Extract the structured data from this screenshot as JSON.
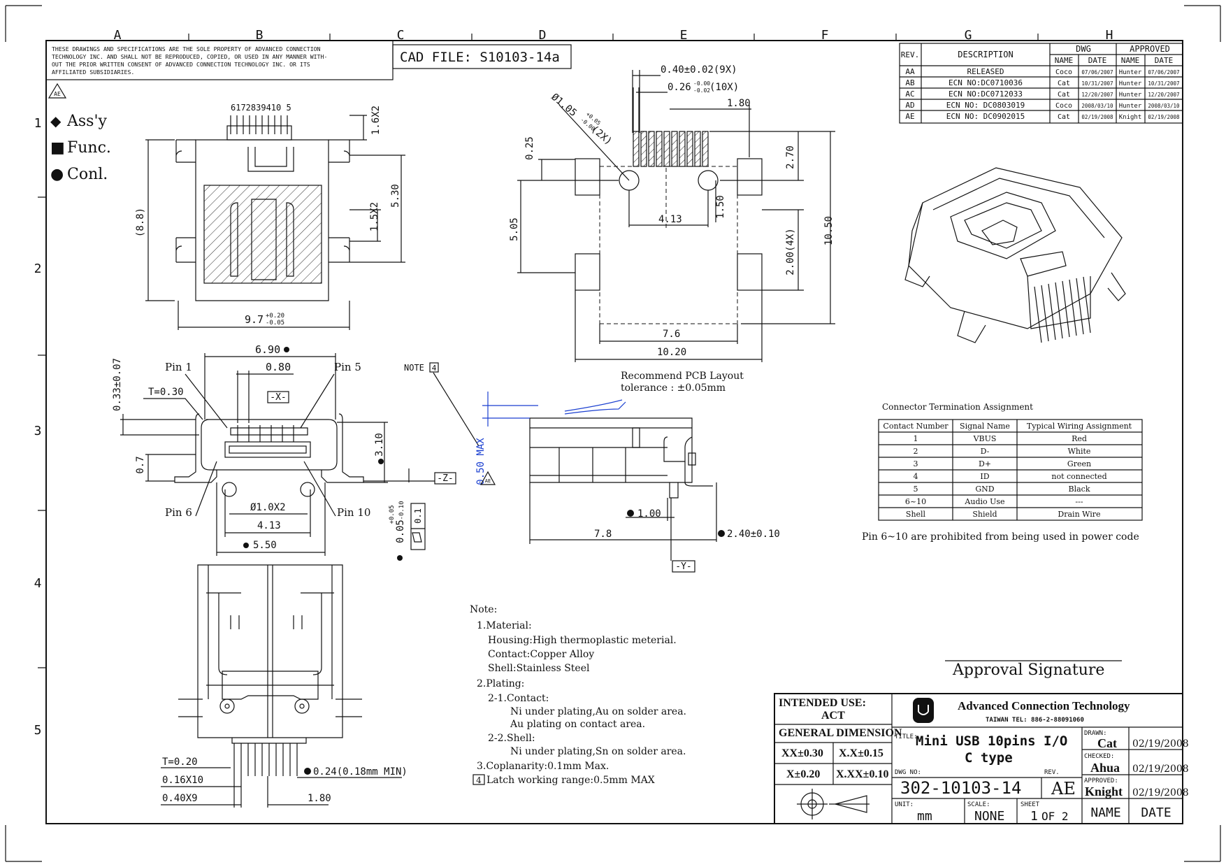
{
  "frame": {
    "columns": [
      "A",
      "B",
      "C",
      "D",
      "E",
      "F",
      "G",
      "H"
    ],
    "rows": [
      "1",
      "2",
      "3",
      "4",
      "5"
    ]
  },
  "disclaimer": "THESE DRAWINGS AND SPECIFICATIONS ARE THE SOLE PROPERTY OF ADVANCED CONNECTION TECHNOLOGY INC. AND SHALL NOT BE REPRODUCED, COPIED, OR USED IN ANY MANNER WITH-OUT THE PRIOR WRITTEN CONSENT OF ADVANCED CONNECTION TECHNOLOGY INC. OR ITS AFFILIATED SUBSIDIARIES.",
  "disclaimer_lines": [
    "THESE DRAWINGS AND SPECIFICATIONS ARE THE SOLE PROPERTY OF ADVANCED CONNECTION",
    "TECHNOLOGY INC. AND SHALL NOT BE REPRODUCED, COPIED, OR USED IN ANY MANNER WITH-",
    "OUT THE PRIOR WRITTEN CONSENT OF ADVANCED CONNECTION TECHNOLOGY INC. OR ITS",
    "AFFILIATED SUBSIDIARIES."
  ],
  "cad_file": "CAD FILE: S10103-14a",
  "ae_mark": "AE",
  "legend": [
    {
      "symbol": "◆",
      "label": "Ass'y"
    },
    {
      "symbol": "■",
      "label": "Func."
    },
    {
      "symbol": "●",
      "label": "Conl."
    }
  ],
  "revision_table": {
    "headers": {
      "rev": "REV.",
      "description": "DESCRIPTION",
      "dwg": "DWG",
      "approved": "APPROVED",
      "name": "NAME",
      "date": "DATE"
    },
    "rows": [
      {
        "rev": "AA",
        "description": "RELEASED",
        "dwg_name": "Coco",
        "dwg_date": "07/06/2007",
        "app_name": "Hunter",
        "app_date": "07/06/2007"
      },
      {
        "rev": "AB",
        "description": "ECN NO:DC0710036",
        "dwg_name": "Cat",
        "dwg_date": "10/31/2007",
        "app_name": "Hunter",
        "app_date": "10/31/2007"
      },
      {
        "rev": "AC",
        "description": "ECN NO:DC0712033",
        "dwg_name": "Cat",
        "dwg_date": "12/20/2007",
        "app_name": "Hunter",
        "app_date": "12/20/2007"
      },
      {
        "rev": "AD",
        "description": "ECN NO: DC0803019",
        "dwg_name": "Coco",
        "dwg_date": "2008/03/10",
        "app_name": "Hunter",
        "app_date": "2008/03/10"
      },
      {
        "rev": "AE",
        "description": "ECN NO: DC0902015",
        "dwg_name": "Cat",
        "dwg_date": "02/19/2008",
        "app_name": "Knight",
        "app_date": "02/19/2008"
      }
    ]
  },
  "top_view": {
    "pin_numbers": "6172839410 5",
    "dims": {
      "d1": "1.6X2",
      "d2": "5.30",
      "d3": "1.5X2",
      "d4": "(8.8)",
      "d5": "9.7",
      "d5_tol_plus": "+0.20",
      "d5_tol_minus": "-0.05"
    }
  },
  "pcb_layout": {
    "dims": {
      "pitch": "0.40±0.02(9X)",
      "width": "0.26",
      "width_tol_plus": "-0.00",
      "width_tol_minus": "-0.02",
      "width_note": "(10X)",
      "hole": "Ø1.05",
      "hole_tol_plus": "+0.05",
      "hole_tol_minus": "-0.00",
      "hole_note": "(2X)",
      "d180": "1.80",
      "d025": "0.25",
      "d270": "2.70",
      "d505": "5.05",
      "d413": "4.13",
      "d150": "1.50",
      "d200": "2.00(4X)",
      "d1050": "10.50",
      "d76": "7.6",
      "d1020": "10.20"
    },
    "caption_line1": "Recommend PCB Layout",
    "caption_line2": "tolerance : ±0.05mm"
  },
  "front_view": {
    "dims": {
      "d690": "6.90",
      "d033": "0.33±0.07",
      "pin1": "Pin 1",
      "d080": "0.80",
      "pin5": "Pin 5",
      "note": "NOTE",
      "note_num": "4",
      "t030": "T=0.30",
      "datum_x": "-X-",
      "d310": "3.10",
      "d07": "0.7",
      "datum_z": "-Z-",
      "pin6": "Pin 6",
      "d10x2": "Ø1.0X2",
      "pin10": "Pin 10",
      "d413": "4.13",
      "d550": "5.50",
      "d005": "0.05",
      "d005_tol_plus": "+0.05",
      "d005_tol_minus": "-0.10",
      "d01": "0.1"
    }
  },
  "side_view": {
    "dims": {
      "d050max": "0.50 MAX",
      "d100": "1.00",
      "d78": "7.8",
      "d240": "2.40±0.10",
      "datum_y": "-Y-"
    }
  },
  "bottom_view": {
    "dims": {
      "t020": "T=0.20",
      "d016": "0.16X10",
      "d040": "0.40X9",
      "d024": "0.24(0.18mm MIN)",
      "d180": "1.80"
    }
  },
  "termination": {
    "title": "Connector Termination Assignment",
    "headers": [
      "Contact Number",
      "Signal Name",
      "Typical Wiring Assignment"
    ],
    "rows": [
      [
        "1",
        "VBUS",
        "Red"
      ],
      [
        "2",
        "D-",
        "White"
      ],
      [
        "3",
        "D+",
        "Green"
      ],
      [
        "4",
        "ID",
        "not connected"
      ],
      [
        "5",
        "GND",
        "Black"
      ],
      [
        "6~10",
        "Audio Use",
        "---"
      ],
      [
        "Shell",
        "Shield",
        "Drain Wire"
      ]
    ],
    "footnote": "Pin 6~10 are prohibited from being used in power code"
  },
  "notes": {
    "heading": "Note:",
    "lines": [
      "1.Material:",
      "Housing:High thermoplastic meterial.",
      "Contact:Copper Alloy",
      "Shell:Stainless Steel",
      "2.Plating:",
      "2-1.Contact:",
      "Ni under plating,Au on solder area.",
      "Au plating on contact area.",
      "2-2.Shell:",
      "Ni under plating,Sn on solder area.",
      "3.Coplanarity:0.1mm Max.",
      "Latch working range:0.5mm MAX"
    ],
    "note4_num": "4"
  },
  "title_block": {
    "approval_signature": "Approval Signature",
    "intended_use_label": "INTENDED USE:",
    "intended_use_value": "ACT",
    "general_dimension": "GENERAL DIMENSION",
    "tol_xx": "XX±0.30",
    "tol_xxx": "X.X±0.15",
    "tol_x": "X±0.20",
    "tol_xxxx": "X.XX±0.10",
    "company": "Advanced Connection Technology",
    "company_tel": "TAIWAN TEL: 886-2-88091060",
    "title_label": "TITLE:",
    "title_line1": "Mini USB 10pins I/O",
    "title_line2": "C type",
    "drawn_label": "DRAWN:",
    "drawn_name": "Cat",
    "drawn_date": "02/19/2008",
    "checked_label": "CHECKED:",
    "checked_name": "Ahua",
    "checked_date": "02/19/2008",
    "approved_label": "APPROVED:",
    "approved_name": "Knight",
    "approved_date": "02/19/2008",
    "dwg_no_label": "DWG NO:",
    "dwg_no": "302-10103-14",
    "rev_label": "REV.",
    "rev": "AE",
    "unit_label": "UNIT:",
    "unit": "mm",
    "scale_label": "SCALE:",
    "scale": "NONE",
    "sheet_label": "SHEET",
    "sheet": "1",
    "sheet_of": "OF 2",
    "name_label": "NAME",
    "date_label": "DATE"
  }
}
